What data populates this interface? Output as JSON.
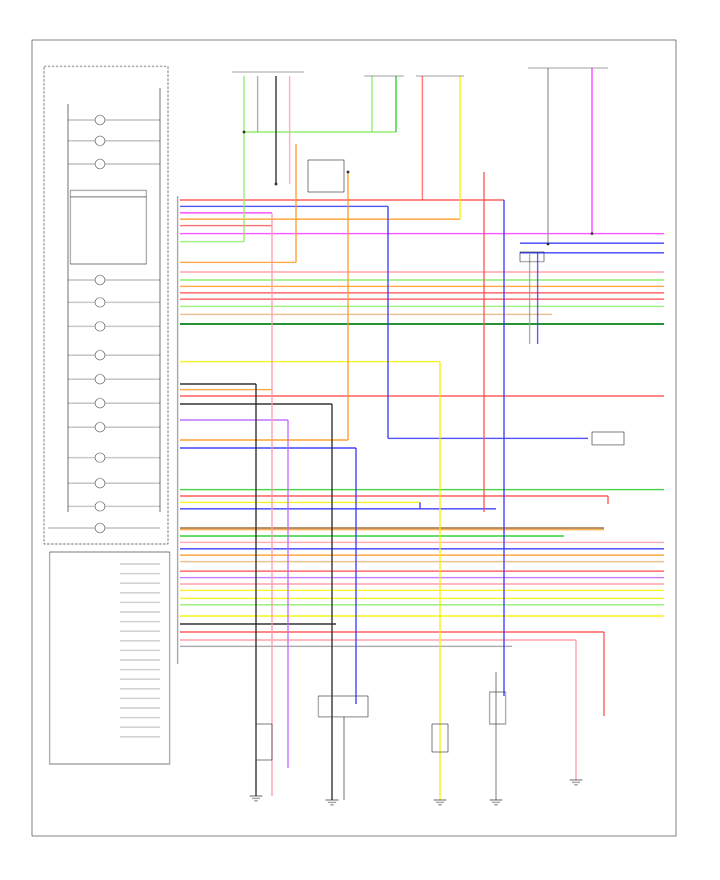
{
  "diagram": {
    "footer_code": "",
    "cluster": {
      "title": "",
      "indicators": [
        {
          "name": "",
          "y": 0
        },
        {
          "name": "",
          "y": 0
        },
        {
          "name": "",
          "y": 0
        },
        {
          "name": "",
          "y": 0
        },
        {
          "name": "",
          "y": 0
        },
        {
          "name": "",
          "y": 0
        },
        {
          "name": "",
          "y": 0
        },
        {
          "name": "",
          "y": 0
        },
        {
          "name": "",
          "y": 0
        },
        {
          "name": "",
          "y": 0
        },
        {
          "name": "",
          "y": 0
        },
        {
          "name": "",
          "y": 0
        },
        {
          "name": "",
          "y": 0
        }
      ],
      "gauge_box_labels": [
        "",
        "",
        "",
        "",
        "",
        "",
        "",
        "",
        "",
        "",
        "",
        "",
        "",
        "",
        "",
        "",
        "",
        "",
        ""
      ]
    },
    "wire_colors": {
      "red": "#ff5050",
      "pink": "#ff9aa8",
      "magenta": "#ff33ff",
      "blue": "#3333ff",
      "green": "#22cc22",
      "light_green": "#88ee66",
      "orange": "#ff9922",
      "yellow": "#f4f000",
      "violet": "#bb66ff",
      "brown": "#996633",
      "black": "#222222",
      "gray": "#999999",
      "tan": "#e8b27a",
      "dark_green": "#118822"
    }
  }
}
